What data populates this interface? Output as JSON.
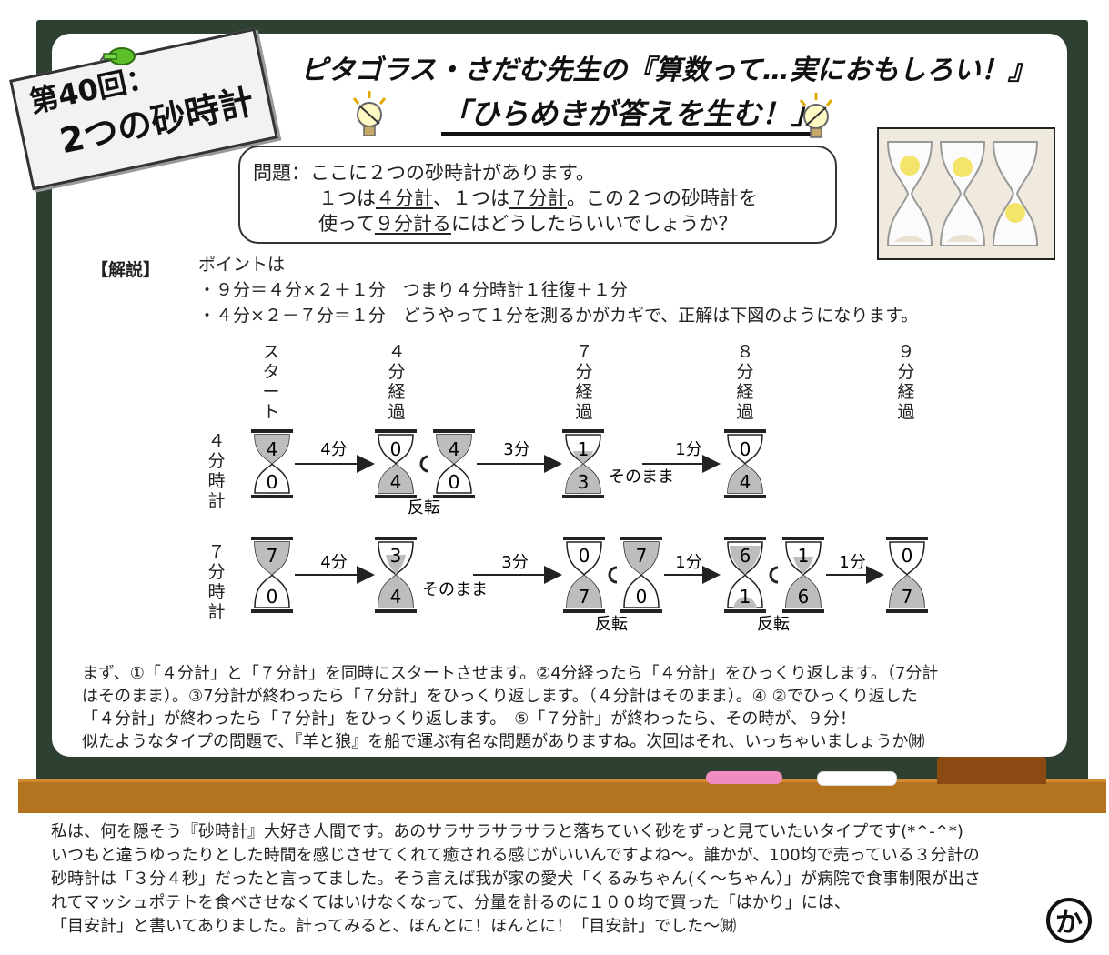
{
  "tag": {
    "line1": "第40回：",
    "line2": "2つの砂時計"
  },
  "title": {
    "main": "ピタゴラス・さだむ先生の『算数って…実におもしろい！』",
    "sub": "「ひらめきが答えを生む！」"
  },
  "question": {
    "prefix": "問題：",
    "line1": "ここに２つの砂時計があります。",
    "line2_a": "１つは",
    "line2_b": "４分計",
    "line2_c": "、１つは",
    "line2_d": "７分計",
    "line2_e": "。この２つの砂時計を",
    "line3_a": "使って",
    "line3_b": "９分計る",
    "line3_c": "にはどうしたらいいでしょうか？"
  },
  "explain": {
    "header": "【解説】",
    "line1": "ポイントは",
    "line2": "・９分＝４分×２＋１分　つまり４分時計１往復＋１分",
    "line3": "・４分×２－７分＝１分　どうやって１分を測るかがカギで、正解は下図のようになります。"
  },
  "diagram": {
    "columns": [
      "スタート",
      "４分経過",
      "７分経過",
      "８分経過",
      "９分経過"
    ],
    "rows": [
      "４分時計",
      "７分時計"
    ],
    "row4": {
      "g1": {
        "top": "4",
        "bottom": "0"
      },
      "a1": "4分",
      "g2": {
        "top": "0",
        "bottom": "4"
      },
      "g3": {
        "top": "4",
        "bottom": "0"
      },
      "a2": "3分",
      "g4": {
        "top": "1",
        "bottom": "3"
      },
      "a3": "1分",
      "g5": {
        "top": "0",
        "bottom": "4"
      },
      "keep": "そのまま",
      "flip": "反転"
    },
    "row7": {
      "g1": {
        "top": "7",
        "bottom": "0"
      },
      "a1": "4分",
      "g2": {
        "top": "3",
        "bottom": "4"
      },
      "keep": "そのまま",
      "a2": "3分",
      "g3": {
        "top": "0",
        "bottom": "7"
      },
      "g4": {
        "top": "7",
        "bottom": "0"
      },
      "flip1": "反転",
      "a3": "1分",
      "g5": {
        "top": "6",
        "bottom": "1"
      },
      "g6": {
        "top": "1",
        "bottom": "6"
      },
      "flip2": "反転",
      "a4": "1分",
      "g7": {
        "top": "0",
        "bottom": "7"
      }
    }
  },
  "notes": [
    "まず、①「４分計」と「７分計」を同時にスタートさせます。②4分経ったら「４分計」をひっくり返します。（7分計",
    "はそのまま）。③7分計が終わったら「７分計」をひっくり返します。（４分計はそのまま）。④ ②でひっくり返した",
    "「４分計」が終わったら「７分計」をひっくり返します。　⑤「７分計」が終わったら、その時が、９分！",
    "似たようなタイプの問題で、『羊と狼』を船で運ぶ有名な問題がありますね。次回はそれ、いっちゃいましょうか㈶"
  ],
  "bottom": [
    "私は、何を隠そう『砂時計』大好き人間です。あのサラサラサラサラと落ちていく砂をずっと見ていたいタイプです(*^-^*)",
    "いつもと違うゆったりとした時間を感じさせてくれて癒される感じがいいんですよね～。誰かが、100均で売っている３分計の",
    "砂時計は「３分４秒」だったと言ってました。そう言えば我が家の愛犬「くるみちゃん(く～ちゃん）」が病院で食事制限が出さ",
    "れてマッシュポテトを食べさせなくてはいけなくなって、分量を計るのに１００均で買った「はかり」には、",
    "「目安計」と書いてありました。計ってみると、ほんとに！ほんとに！「目安計」でした～㈶"
  ],
  "stamp": "か",
  "colors": {
    "board": "#2e4032",
    "tray": "#b4731f",
    "sand": "#bdbdbd"
  }
}
